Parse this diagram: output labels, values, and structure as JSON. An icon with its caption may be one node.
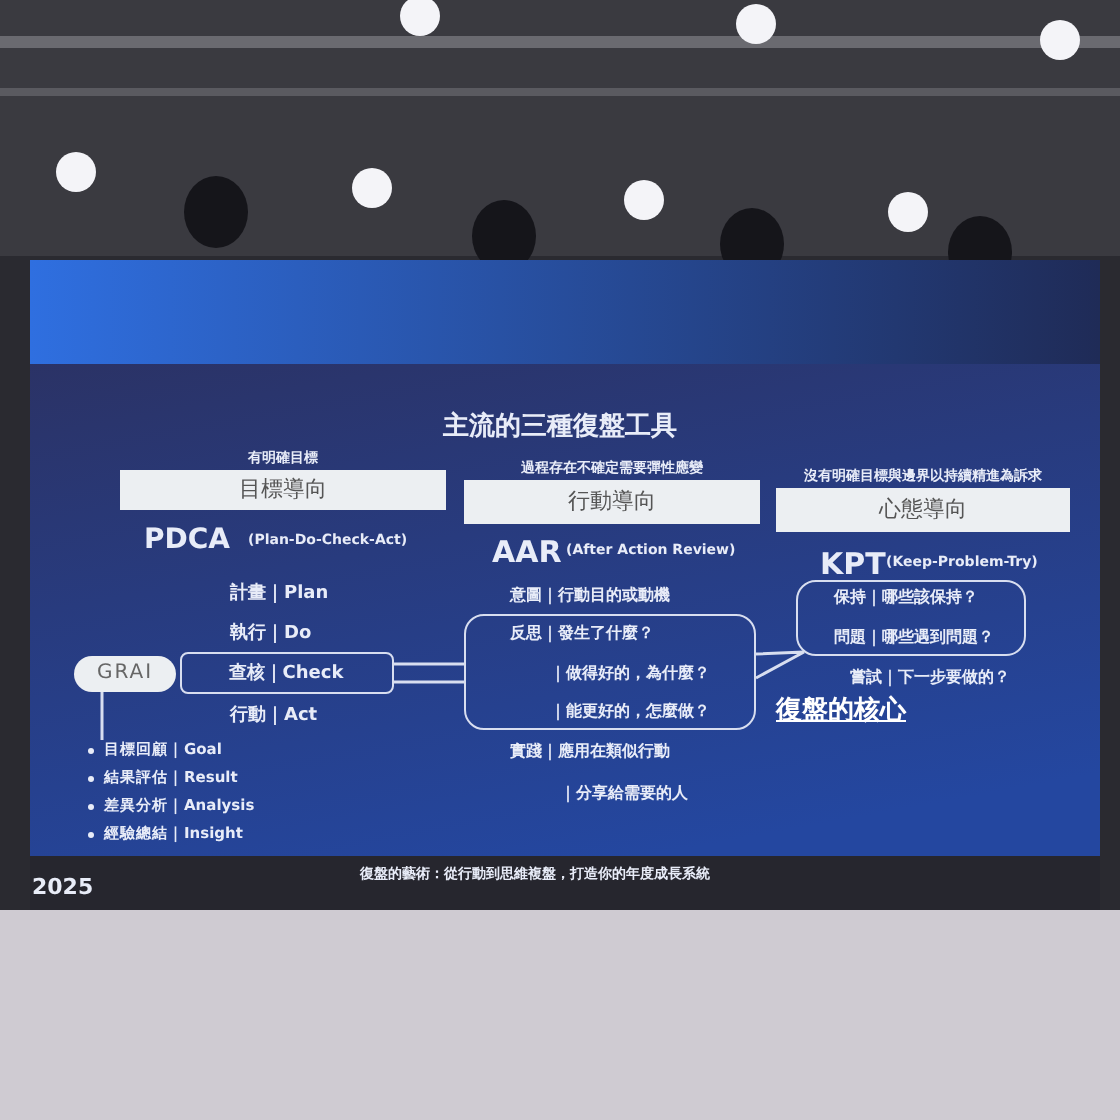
{
  "diagram": {
    "title": "主流的三種復盤工具",
    "nodes": [
      {
        "text": [
          "有明確目標",
          "目標導向"
        ]
      },
      {
        "text": [
          "過程存在不確定需要彈性應變",
          "行動導向"
        ]
      },
      {
        "text": [
          "沒有明確目標與邊界以持續精進為訴求",
          "心態導向"
        ]
      },
      {
        "text": [
          "GRAI"
        ]
      },
      {
        "text": [
          "查核｜Check"
        ]
      },
      {
        "text": [
          "反思｜發生了什麼？",
          "｜做得好的，為什麼？",
          "｜能更好的，怎麼做？"
        ]
      },
      {
        "text": [
          "保持｜哪些該保持？",
          "問題｜哪些遇到問題？"
        ]
      },
      {
        "text": [
          "目標回顧｜Goal",
          "結果評估｜Result",
          "差異分析｜Analysis",
          "經驗總結｜Insight"
        ]
      }
    ],
    "edges": [
      {
        "from": 3,
        "to": 7,
        "arrow": "none"
      },
      {
        "from": 4,
        "to": 5,
        "arrow": "none"
      },
      {
        "from": 5,
        "to": 6,
        "arrow": "none"
      }
    ],
    "labels": [
      "PDCA",
      "(Plan-Do-Check-Act)",
      "AAR",
      "(After Action Review)",
      "KPT",
      "(Keep-Problem-Try)",
      "計畫｜Plan",
      "意圖｜行動目的或動機",
      "執行｜Do",
      "嘗試｜下一步要做的？",
      "行動｜Act",
      "復盤的核心",
      "實踐｜應用在類似行動",
      "｜分享給需要的人",
      "2025",
      "復盤的藝術：從行動到思維複盤，打造你的年度成長系統"
    ]
  }
}
